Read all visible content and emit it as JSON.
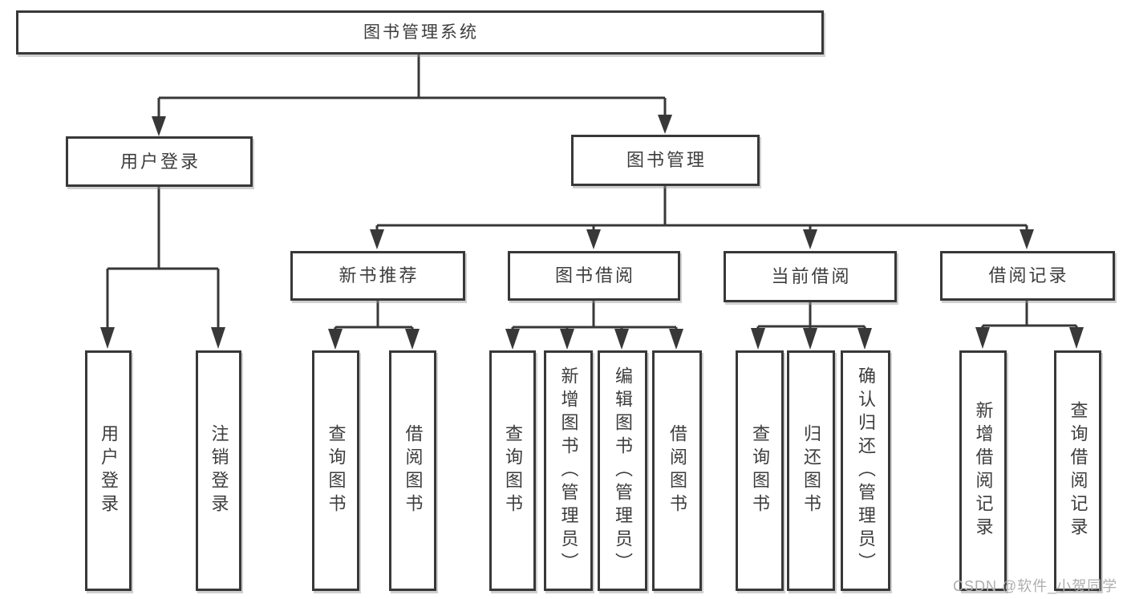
{
  "colors": {
    "line": "#383838",
    "box_border": "#383838",
    "text": "#3d3d3d",
    "watermark": "#aeaeae",
    "background": "#ffffff"
  },
  "watermark": {
    "text": "CSDN @软件_小贺同学"
  },
  "tree": {
    "root": {
      "label": "图书管理系统",
      "children": [
        {
          "label": "用户登录",
          "children": [
            {
              "label": "用户登录"
            },
            {
              "label": "注销登录"
            }
          ]
        },
        {
          "label": "图书管理",
          "children": [
            {
              "label": "新书推荐",
              "children": [
                {
                  "label": "查询图书"
                },
                {
                  "label": "借阅图书"
                }
              ]
            },
            {
              "label": "图书借阅",
              "children": [
                {
                  "label": "查询图书"
                },
                {
                  "label": "新增图书（管理员）"
                },
                {
                  "label": "编辑图书（管理员）"
                },
                {
                  "label": "借阅图书"
                }
              ]
            },
            {
              "label": "当前借阅",
              "children": [
                {
                  "label": "查询图书"
                },
                {
                  "label": "归还图书"
                },
                {
                  "label": "确认归还（管理员）"
                }
              ]
            },
            {
              "label": "借阅记录",
              "children": [
                {
                  "label": "新增借阅记录"
                },
                {
                  "label": "查询借阅记录"
                }
              ]
            }
          ]
        }
      ]
    }
  }
}
